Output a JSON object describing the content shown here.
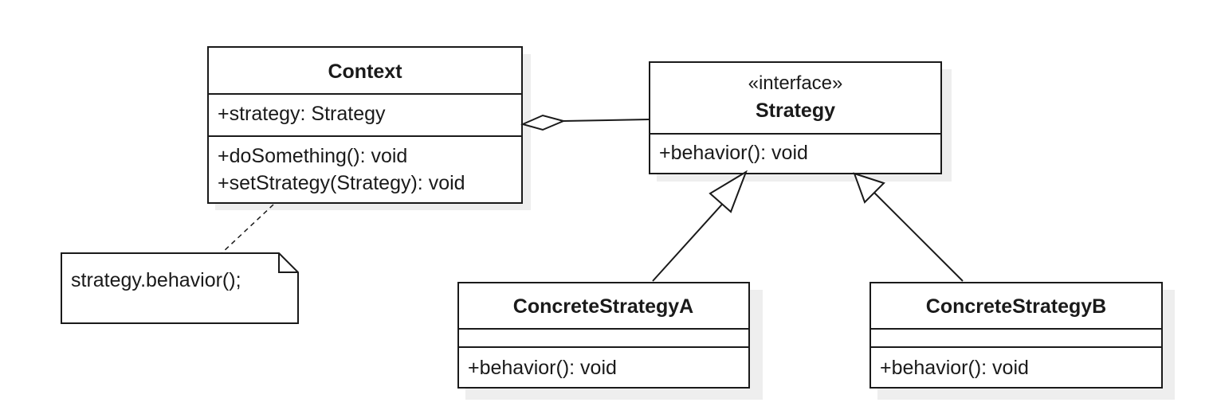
{
  "classes": {
    "context": {
      "name": "Context",
      "attributes": [
        "+strategy: Strategy"
      ],
      "operations": [
        "+doSomething(): void",
        "+setStrategy(Strategy): void"
      ]
    },
    "strategy": {
      "stereotype": "«interface»",
      "name": "Strategy",
      "operations": [
        "+behavior(): void"
      ]
    },
    "concrete_a": {
      "name": "ConcreteStrategyA",
      "operations": [
        "+behavior(): void"
      ]
    },
    "concrete_b": {
      "name": "ConcreteStrategyB",
      "operations": [
        "+behavior(): void"
      ]
    }
  },
  "note": {
    "text": "strategy.behavior();"
  },
  "relationships": [
    {
      "type": "aggregation",
      "whole": "Context",
      "part": "Strategy"
    },
    {
      "type": "realization",
      "from": "ConcreteStrategyA",
      "to": "Strategy"
    },
    {
      "type": "realization",
      "from": "ConcreteStrategyB",
      "to": "Strategy"
    },
    {
      "type": "note-anchor",
      "from": "note",
      "to": "Context"
    }
  ]
}
